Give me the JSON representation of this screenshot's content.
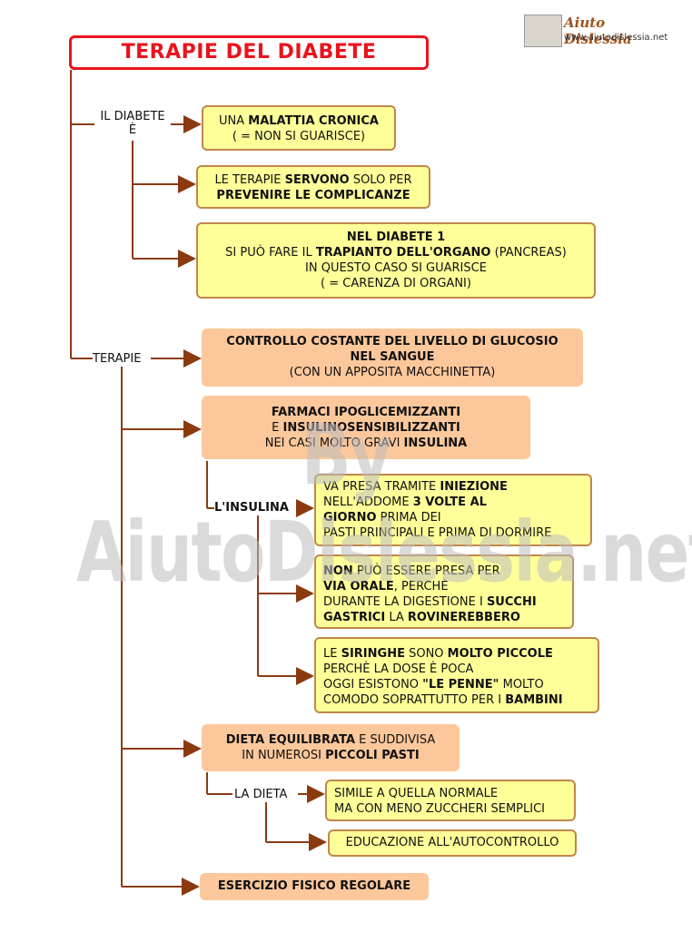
{
  "title": "TERAPIE DEL DIABETE",
  "logo": {
    "name": "Aiuto Dislessia",
    "url": "www.aiutodislessia.net"
  },
  "watermark": "By AiutoDislessia.net",
  "labels": {
    "il_diabete_line1": "IL DIABETE",
    "il_diabete_line2": "È",
    "terapie": "TERAPIE",
    "insulina": "L'INSULINA",
    "dieta": "LA DIETA"
  },
  "boxes": {
    "malattia": {
      "l1a": "UNA ",
      "l1b": "MALATTIA CRONICA",
      "l2": "( = NON SI GUARISCE)"
    },
    "servono": {
      "l1a": "LE TERAPIE ",
      "l1b": "SERVONO",
      "l1c": " SOLO PER",
      "l2": "PREVENIRE LE COMPLICANZE"
    },
    "trapianto": {
      "l1": "NEL DIABETE 1",
      "l2a": "SI PUÒ FARE IL ",
      "l2b": "TRAPIANTO DELL'ORGANO",
      "l2c": " (PANCREAS)",
      "l3": "IN QUESTO CASO SI GUARISCE",
      "l4": "( = CARENZA DI ORGANI)"
    },
    "controllo": {
      "l1": "CONTROLLO COSTANTE DEL LIVELLO DI GLUCOSIO",
      "l2": "NEL SANGUE",
      "l3": "(CON UN APPOSITA MACCHINETTA)"
    },
    "farmaci": {
      "l1": "FARMACI IPOGLICEMIZZANTI",
      "l2a": "E ",
      "l2b": "INSULINOSENSIBILIZZANTI",
      "l3a": "NEI CASI MOLTO GRAVI ",
      "l3b": "INSULINA"
    },
    "iniezione": {
      "l1a": "VA PRESA TRAMITE ",
      "l1b": "INIEZIONE",
      "l2a": "NELL'ADDOME ",
      "l2b": "3 VOLTE AL",
      "l3a": "GIORNO",
      "l3b": " PRIMA DEI",
      "l4": "PASTI PRINCIPALI E PRIMA DI DORMIRE"
    },
    "orale": {
      "l1a": "NON",
      "l1b": " PUÒ ESSERE PRESA PER",
      "l2a": "VIA ORALE",
      "l2b": ", PERCHÈ",
      "l3a": "DURANTE LA DIGESTIONE I ",
      "l3b": "SUCCHI",
      "l4a": "GASTRICI",
      "l4b": " LA ",
      "l4c": "ROVINEREBBERO"
    },
    "siringhe": {
      "l1a": "LE ",
      "l1b": "SIRINGHE",
      "l1c": " SONO ",
      "l1d": "MOLTO PICCOLE",
      "l2": "PERCHÈ LA DOSE È POCA",
      "l3a": "OGGI ESISTONO ",
      "l3b": "\"LE PENNE\"",
      "l3c": " MOLTO",
      "l4a": "COMODO SOPRATTUTTO PER I ",
      "l4b": "BAMBINI"
    },
    "dieta": {
      "l1a": "DIETA EQUILIBRATA",
      "l1b": " E SUDDIVISA",
      "l2a": "IN NUMEROSI ",
      "l2b": "PICCOLI PASTI"
    },
    "simile": {
      "l1": "SIMILE A QUELLA NORMALE",
      "l2": "MA CON MENO ZUCCHERI SEMPLICI"
    },
    "educazione": {
      "l1": "EDUCAZIONE ALL'AUTOCONTROLLO"
    },
    "esercizio": {
      "l1": "ESERCIZIO FISICO REGOLARE"
    }
  },
  "colors": {
    "connector": "#8b3a10",
    "title": "#e8141c",
    "yellow_box": "#ffff99",
    "orange_box": "#fcc89b"
  }
}
